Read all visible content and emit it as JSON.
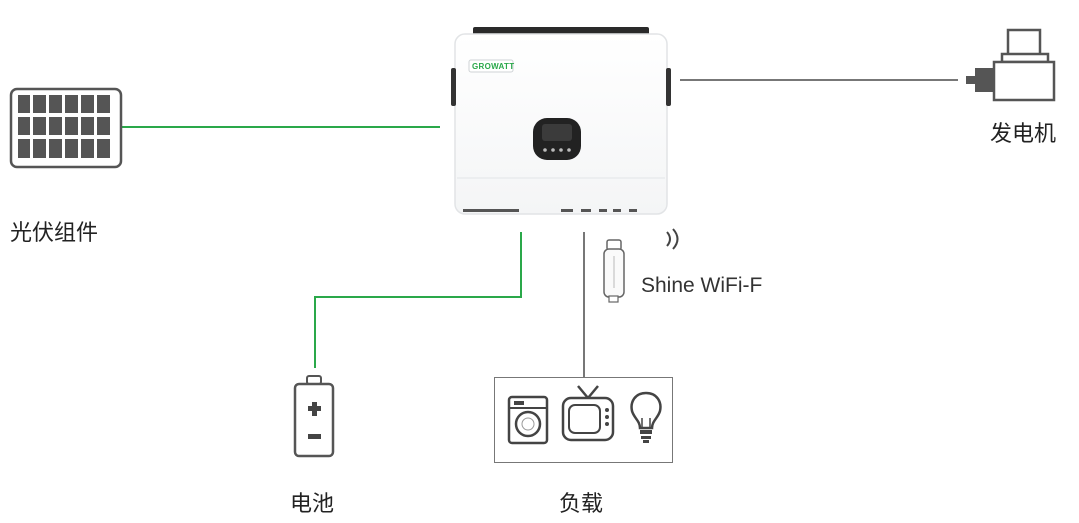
{
  "labels": {
    "solar": "光伏组件",
    "generator": "发电机",
    "battery": "电池",
    "load": "负载",
    "wifi": "Shine WiFi-F"
  },
  "inverter": {
    "brand": "GROWATT"
  },
  "colors": {
    "dc_line": "#2aa84a",
    "ac_line": "#777777",
    "icon_stroke": "#555555",
    "panel_cell": "#555555"
  },
  "icons": [
    "solar-panel-icon",
    "inverter-icon",
    "generator-icon",
    "battery-icon",
    "washing-machine-icon",
    "tv-icon",
    "light-bulb-icon",
    "wifi-dongle-icon",
    "wireless-signal-icon"
  ]
}
